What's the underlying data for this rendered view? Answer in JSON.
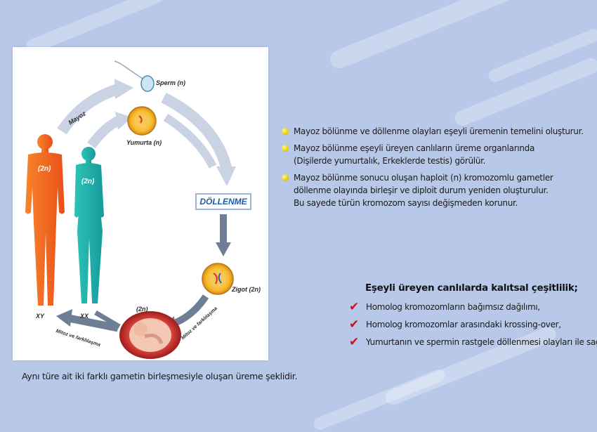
{
  "diagram": {
    "labels": {
      "sperm": "Sperm (n)",
      "egg": "Yumurta (n)",
      "meiosis": "Mayoz",
      "fertilization": "DÖLLENME",
      "zygote": "Zigot (2n)",
      "mitosis_right": "Mitoz ve farklılaşma",
      "mitosis_left": "Mitoz ve farklılaşma",
      "embryo": "(2n)",
      "male_ploidy": "(2n)",
      "female_ploidy": "(2n)",
      "male": "XY",
      "female": "XX"
    },
    "caption": "Aynı türe ait iki farklı gametin birleşmesiyle oluşan üreme şeklidir."
  },
  "bullets": [
    {
      "lines": [
        "Mayoz bölünme ve döllenme olayları eşeyli üremenin temelini oluşturur."
      ]
    },
    {
      "lines": [
        "Mayoz bölünme eşeyli üreyen canlıların üreme organlarında",
        "(Dişilerde yumurtalık, Erkeklerde testis) görülür."
      ]
    },
    {
      "lines": [
        "Mayoz bölünme sonucu oluşan haploit (n) kromozomlu gametler",
        "döllenme olayında birleşir ve diploit durum yeniden oluşturulur.",
        "Bu sayede türün kromozom sayısı değişmeden korunur."
      ]
    }
  ],
  "variation": {
    "title": "Eşeyli üreyen canlılarda kalıtsal çeşitlilik;",
    "items": [
      "Homolog kromozomların bağımsız dağılımı,",
      "Homolog kromozomlar arasındaki krossing-over,",
      "Yumurtanın ve spermin rastgele döllenmesi olayları ile sağlanır."
    ]
  },
  "colors": {
    "male": "#f06a1c",
    "female": "#1fb3ad",
    "arrow": "#c9d3e4",
    "arrow_dark": "#6e7f95",
    "check": "#c4161c",
    "bullet": "#e5d000"
  }
}
